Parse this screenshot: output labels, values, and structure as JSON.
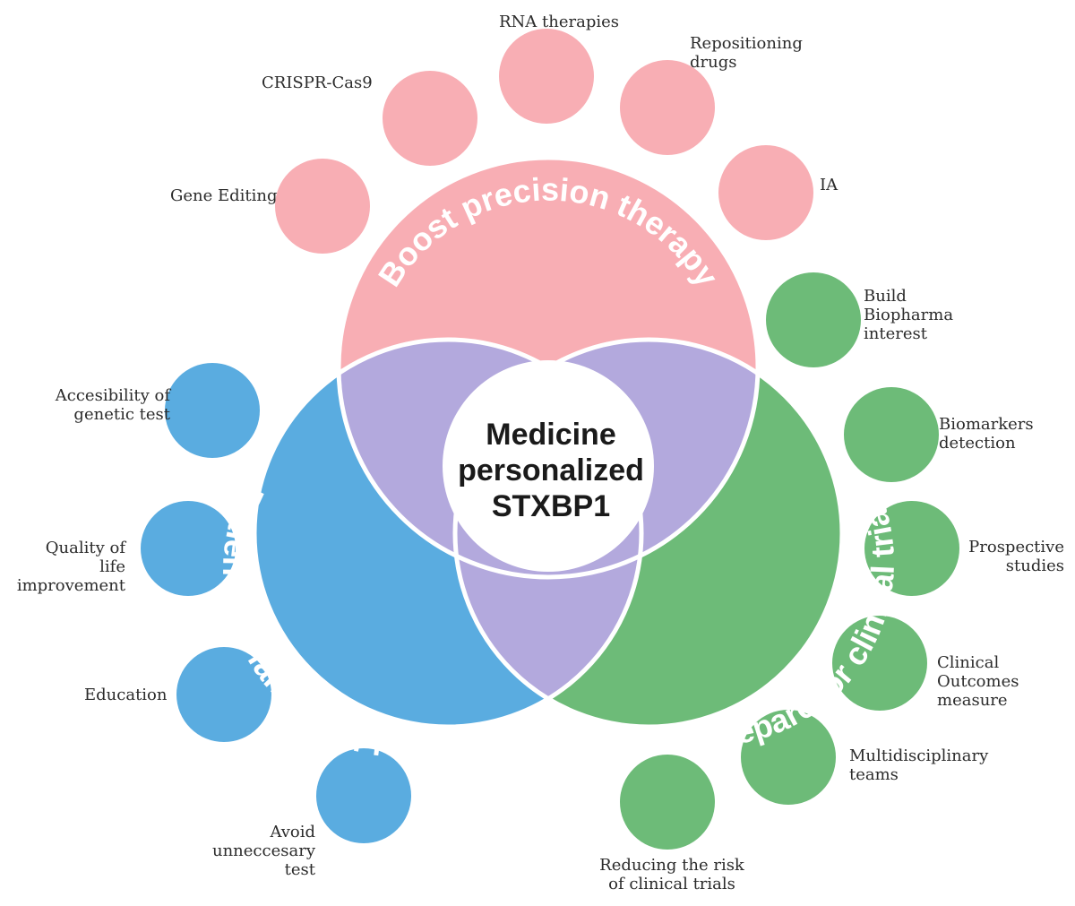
{
  "center": {
    "line1": "Medicine",
    "line2": "personalized",
    "line3": "STXBP1"
  },
  "sections": {
    "precision": {
      "title": "Boost precision therapy",
      "color": "#f8aeb4",
      "items": {
        "gene_editing": "Gene Editing",
        "crispr": "CRISPR-Cas9",
        "rna": "RNA therapies",
        "repositioning": "Repositioning\ndrugs",
        "ia": "IA"
      }
    },
    "support": {
      "title": "Patient and family support",
      "color": "#5aace0",
      "items": {
        "accessibility": "Accesibility of\ngenetic test",
        "quality": "Quality of life\nimprovement",
        "education": "Education",
        "avoid": "Avoid\nunneccesary\ntest"
      }
    },
    "trials": {
      "title": "Prepare for clinical trials",
      "color": "#6dbb78",
      "items": {
        "biopharma": "Build\nBiopharma\ninterest",
        "biomarkers": "Biomarkers\ndetection",
        "prospective": "Prospective\nstudies",
        "outcomes": "Clinical\nOutcomes\nmeasure",
        "multidisciplinary": "Multidisciplinary\nteams",
        "reducing": "Reducing the risk\nof clinical trials"
      }
    },
    "overlap_color": "#b3a9dd"
  }
}
